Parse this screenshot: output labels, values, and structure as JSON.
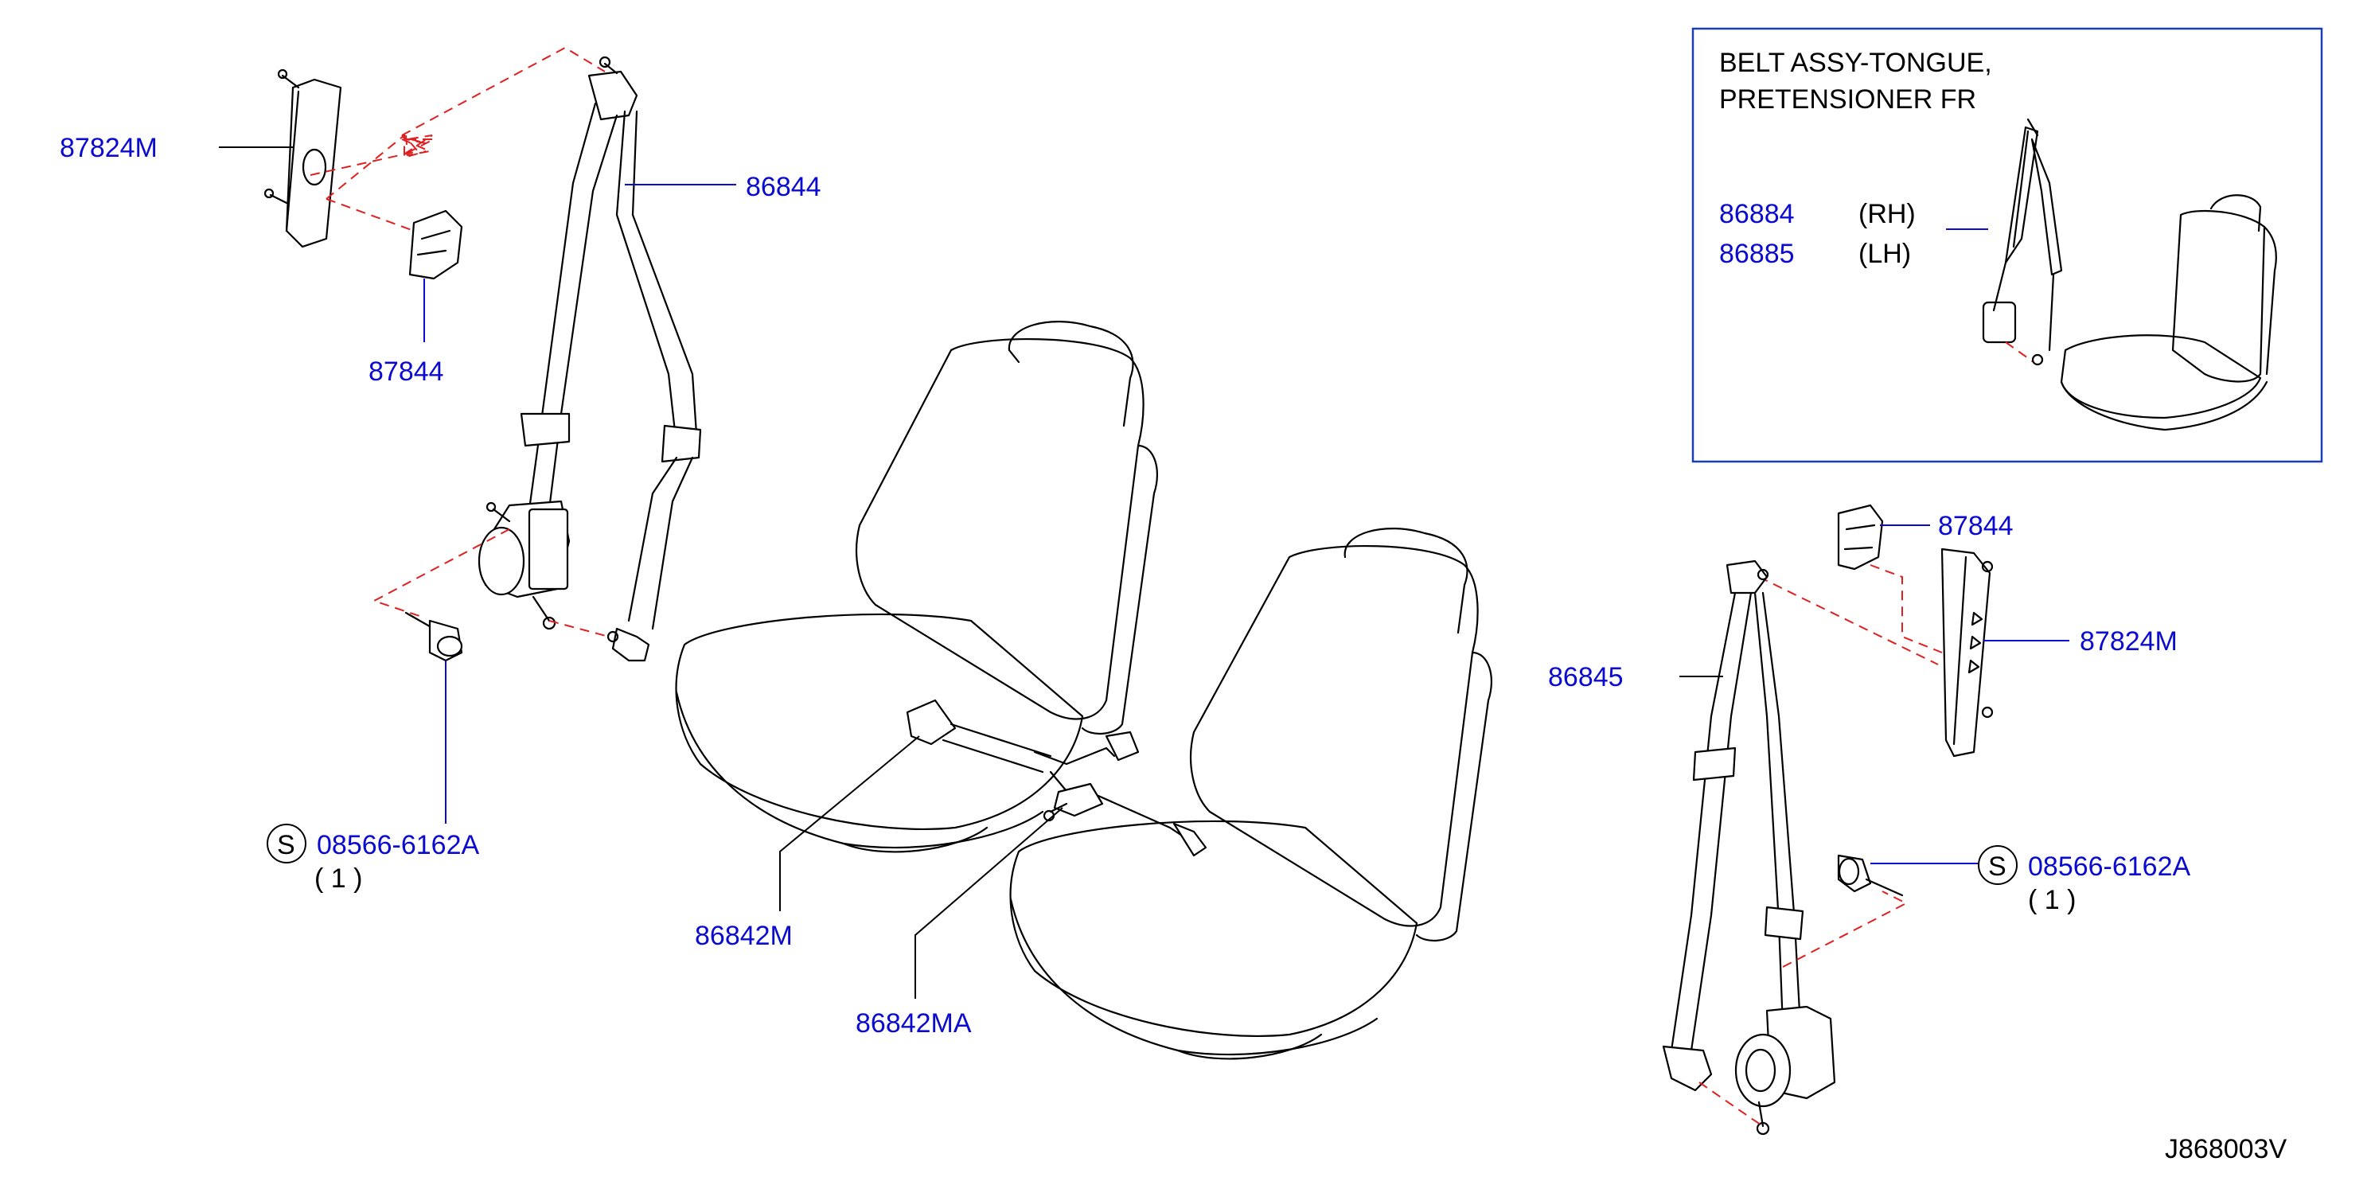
{
  "diagram_code": "J868003V",
  "inset": {
    "title_line1": "BELT  ASSY-TONGUE,",
    "title_line2": "PRETENSIONER  FR",
    "parts": [
      {
        "number": "86884",
        "side": "(RH)"
      },
      {
        "number": "86885",
        "side": "(LH)"
      }
    ]
  },
  "callouts": {
    "left_anchor_cover": "87824M",
    "left_belt_assembly": "86844",
    "left_guide_cover": "87844",
    "left_bolt": "08566-6162A",
    "left_bolt_qty": "(   1   )",
    "buckle_center": "86842M",
    "buckle_center_b": "86842MA",
    "right_guide_cover": "87844",
    "right_anchor_cover": "87824M",
    "right_belt_assembly": "86845",
    "right_bolt": "08566-6162A",
    "right_bolt_qty": "(   1   )",
    "standard_symbol": "S"
  },
  "colors": {
    "part_number": "#0a0ad0",
    "inset_border": "#1a3fb5",
    "dashed_line": "#e02020",
    "line_art": "#000000"
  }
}
